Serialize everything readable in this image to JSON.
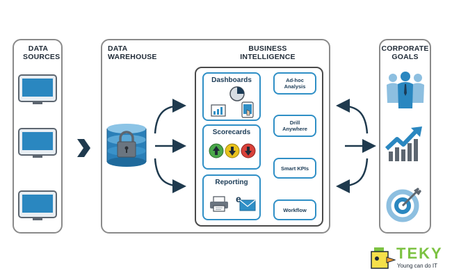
{
  "sources": {
    "title": "DATA\nSOURCES"
  },
  "warehouse": {
    "title": "DATA\nWAREHOUSE"
  },
  "bi": {
    "title": "BUSINESS\nINTELLIGENCE",
    "cards": {
      "dashboards": "Dashboards",
      "scorecards": "Scorecards",
      "reporting": "Reporting"
    },
    "features": {
      "adhoc": "Ad-hoc\nAnalysis",
      "drill": "Drill\nAnywhere",
      "kpis": "Smart KPIs",
      "workflow": "Workflow"
    }
  },
  "goals": {
    "title": "CORPORATE\nGOALS"
  },
  "logo": {
    "brand": "TEKY",
    "tagline": "Young can do IT"
  },
  "colors": {
    "accent_blue": "#2f8fc6",
    "dark_navy": "#1b3b56",
    "panel_border": "#8a8a8a",
    "logo_green": "#7cc242"
  },
  "icons": {
    "sources": "monitor-icon",
    "warehouse": "database-lock-icon",
    "goals": [
      "team-icon",
      "growth-chart-icon",
      "target-icon"
    ]
  }
}
